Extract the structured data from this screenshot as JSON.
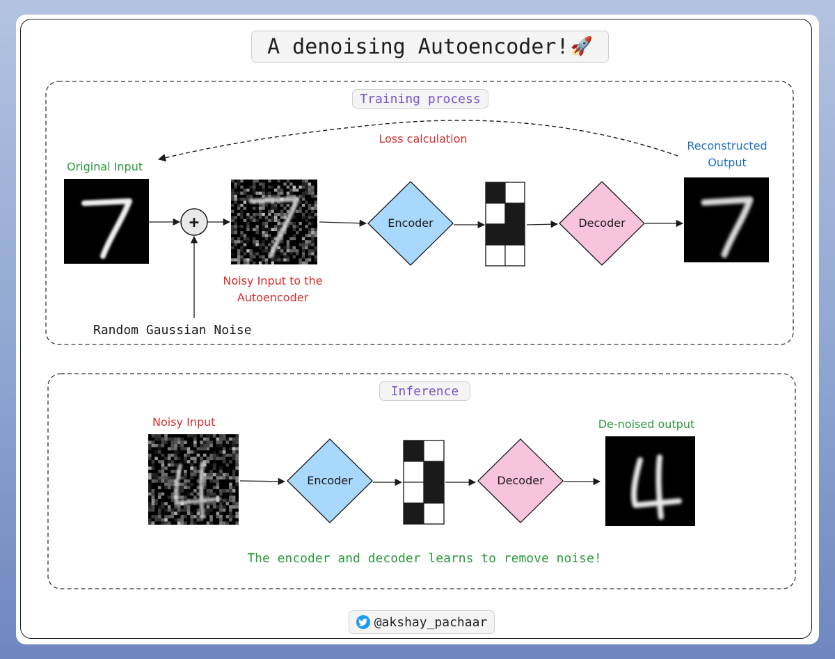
{
  "title": "A denoising Autoencoder!",
  "title_emoji": "🚀",
  "training": {
    "label": "Training process",
    "original_input_label": "Original Input",
    "noisy_input_label_line1": "Noisy Input to the",
    "noisy_input_label_line2": "Autoencoder",
    "noise_label": "Random Gaussian Noise",
    "plus_symbol": "+",
    "encoder_label": "Encoder",
    "decoder_label": "Decoder",
    "loss_label": "Loss calculation",
    "reconstructed_label_line1": "Reconstructed",
    "reconstructed_label_line2": "Output",
    "input_digit": "7",
    "output_digit": "7"
  },
  "inference": {
    "label": "Inference",
    "noisy_input_label": "Noisy Input",
    "encoder_label": "Encoder",
    "decoder_label": "Decoder",
    "denoised_label": "De-noised output",
    "footer_text": "The encoder and decoder learns to remove noise!",
    "input_digit": "4",
    "output_digit": "4"
  },
  "credit": {
    "handle": "@akshay_pachaar",
    "icon": "twitter-bird-icon"
  },
  "colors": {
    "encoder_fill": "#a8d8fb",
    "decoder_fill": "#f8c3dd",
    "section_label": "#7a55c9",
    "red_label": "#d62d2d",
    "green_label": "#2b9a3c",
    "blue_label": "#1f6fc2"
  }
}
